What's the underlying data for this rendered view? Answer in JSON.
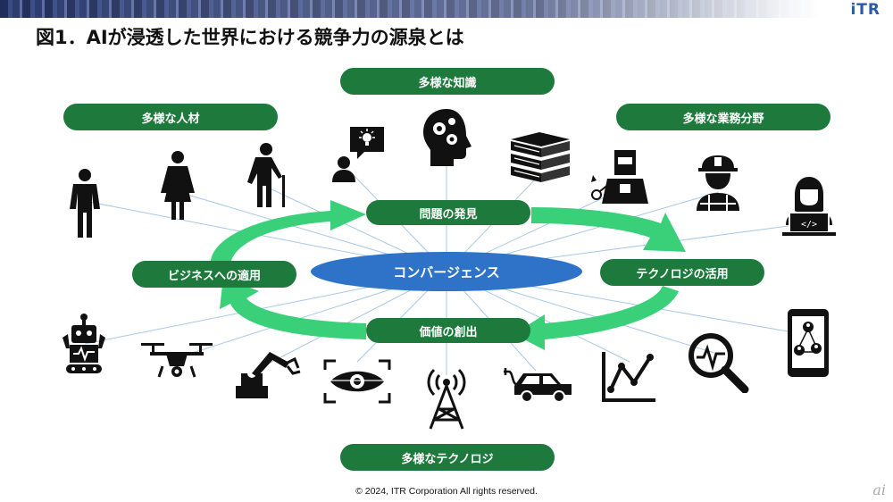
{
  "header": {
    "logo": "iTR"
  },
  "title": "図1．AIが浸透した世界における競争力の源泉とは",
  "pills": {
    "jinzai": "多様な人材",
    "chishiki": "多様な知識",
    "gyomu": "多様な業務分野",
    "technology": "多様なテクノロジ"
  },
  "cycle": {
    "center": "コンバージェンス",
    "top": "問題の発見",
    "right": "テクノロジの活用",
    "bottom": "価値の創出",
    "left": "ビジネスへの適用"
  },
  "colors": {
    "dark_green": "#1e7a3c",
    "light_green": "#4aa84e",
    "arrow": "#3ad07a",
    "center": "#2e73c7",
    "lines": "#a8c8e8"
  },
  "icons": [
    "person-icon",
    "woman-icon",
    "elderly-person-icon",
    "idea-person-icon",
    "brain-gears-icon",
    "books-icon",
    "welder-icon",
    "construction-worker-icon",
    "programmer-icon",
    "robot-icon",
    "drone-icon",
    "robot-arm-icon",
    "eye-scan-icon",
    "antenna-tower-icon",
    "electric-car-icon",
    "line-chart-icon",
    "analysis-magnifier-icon",
    "smartphone-network-icon"
  ],
  "footer": "© 2024, ITR Corporation  All rights reserved.",
  "watermark": "ai"
}
